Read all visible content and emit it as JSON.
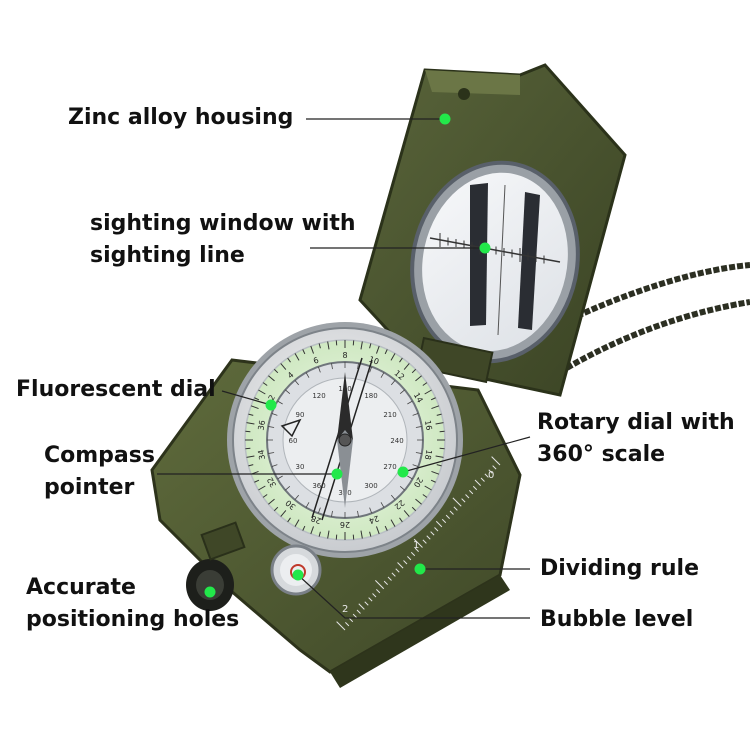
{
  "callouts": {
    "housing": "Zinc alloy housing",
    "window_line1": "sighting window with",
    "window_line2": "sighting line",
    "dial": "Fluorescent dial",
    "pointer_line1": "Compass",
    "pointer_line2": "pointer",
    "holes_line1": "Accurate",
    "holes_line2": "positioning holes",
    "rotary_line1": "Rotary dial with",
    "rotary_line2": "360° scale",
    "rule": "Dividing rule",
    "bubble": "Bubble level"
  },
  "colors": {
    "housing": "#4f5a33",
    "housing_dark": "#343c20",
    "marker": "#22e84a",
    "leader": "#222222",
    "dial_glow": "#d9f2cf",
    "bezel": "#c8cdd2"
  },
  "dial_outer_numbers": [
    "2",
    "4",
    "6",
    "8",
    "10",
    "12",
    "14",
    "16",
    "18",
    "20",
    "22",
    "24",
    "26",
    "28",
    "30",
    "32",
    "34",
    "36"
  ],
  "dial_inner_numbers": [
    "120",
    "150",
    "180",
    "210",
    "240",
    "270",
    "300",
    "330",
    "360",
    "30",
    "60",
    "90"
  ]
}
